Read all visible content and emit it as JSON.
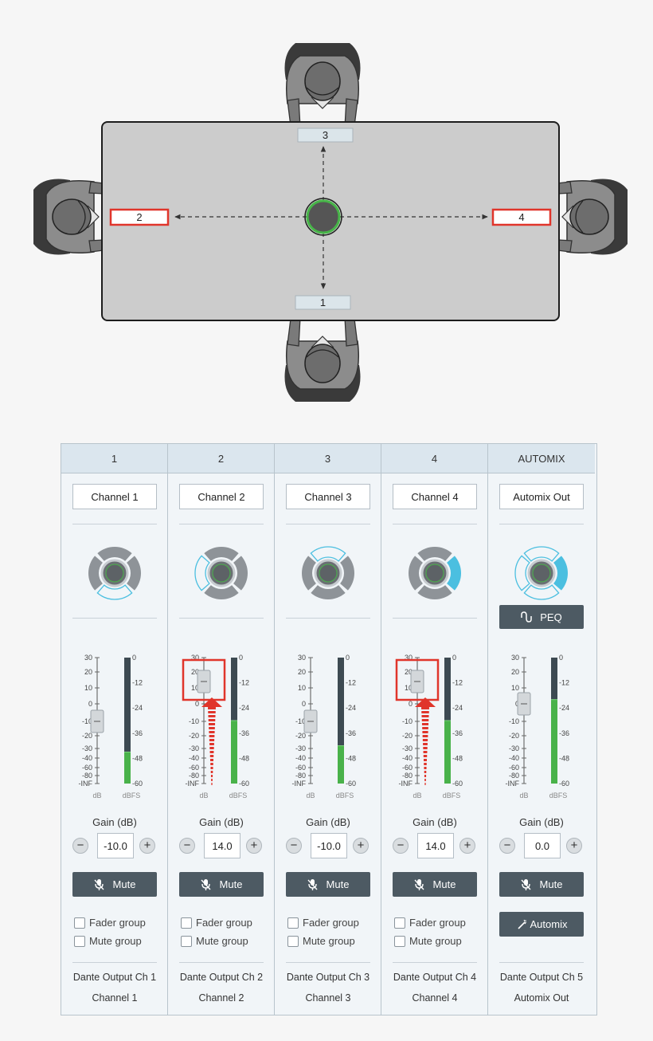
{
  "diagram": {
    "lobes": [
      {
        "label": "1",
        "highlighted": false
      },
      {
        "label": "2",
        "highlighted": true
      },
      {
        "label": "3",
        "highlighted": false
      },
      {
        "label": "4",
        "highlighted": true
      }
    ]
  },
  "fader_scale": {
    "db_ticks": [
      "30",
      "20",
      "10",
      "0",
      "-10",
      "-20",
      "-30",
      "-40",
      "-60",
      "-80",
      "-INF"
    ],
    "dbfs_ticks": [
      "0",
      "-12",
      "-24",
      "-36",
      "-48",
      "-60"
    ],
    "db_unit": "dB",
    "dbfs_unit": "dBFS"
  },
  "labels": {
    "gain": "Gain (dB)",
    "mute": "Mute",
    "fader_group": "Fader group",
    "mute_group": "Mute group",
    "peq": "PEQ",
    "automix": "Automix",
    "minus": "−",
    "plus": "+"
  },
  "colors": {
    "accent": "#4bbfe0",
    "meter_green": "#49b24a",
    "highlight_red": "#e0352b",
    "button_dark": "#4d5a63"
  },
  "columns": [
    {
      "header": "1",
      "name": "Channel 1",
      "gain": "-10.0",
      "fader_db": -10,
      "meter_dbfs": -45,
      "dante": "Dante Output Ch 1",
      "output_name": "Channel 1",
      "active_segment": "none",
      "outlined_segment": "bottom",
      "highlighted": false,
      "type": "channel"
    },
    {
      "header": "2",
      "name": "Channel 2",
      "gain": "14.0",
      "fader_db": 14,
      "meter_dbfs": -30,
      "dante": "Dante Output Ch 2",
      "output_name": "Channel 2",
      "active_segment": "none",
      "outlined_segment": "left",
      "highlighted": true,
      "type": "channel"
    },
    {
      "header": "3",
      "name": "Channel 3",
      "gain": "-10.0",
      "fader_db": -10,
      "meter_dbfs": -42,
      "dante": "Dante Output Ch 3",
      "output_name": "Channel 3",
      "active_segment": "none",
      "outlined_segment": "top",
      "highlighted": false,
      "type": "channel"
    },
    {
      "header": "4",
      "name": "Channel 4",
      "gain": "14.0",
      "fader_db": 14,
      "meter_dbfs": -30,
      "dante": "Dante Output Ch 4",
      "output_name": "Channel 4",
      "active_segment": "right",
      "outlined_segment": "none",
      "highlighted": true,
      "type": "channel"
    },
    {
      "header": "AUTOMIX",
      "name": "Automix Out",
      "gain": "0.0",
      "fader_db": 0,
      "meter_dbfs": -20,
      "dante": "Dante Output Ch 5",
      "output_name": "Automix Out",
      "active_segment": "right",
      "outlined_segment": "all",
      "highlighted": false,
      "type": "automix"
    }
  ]
}
